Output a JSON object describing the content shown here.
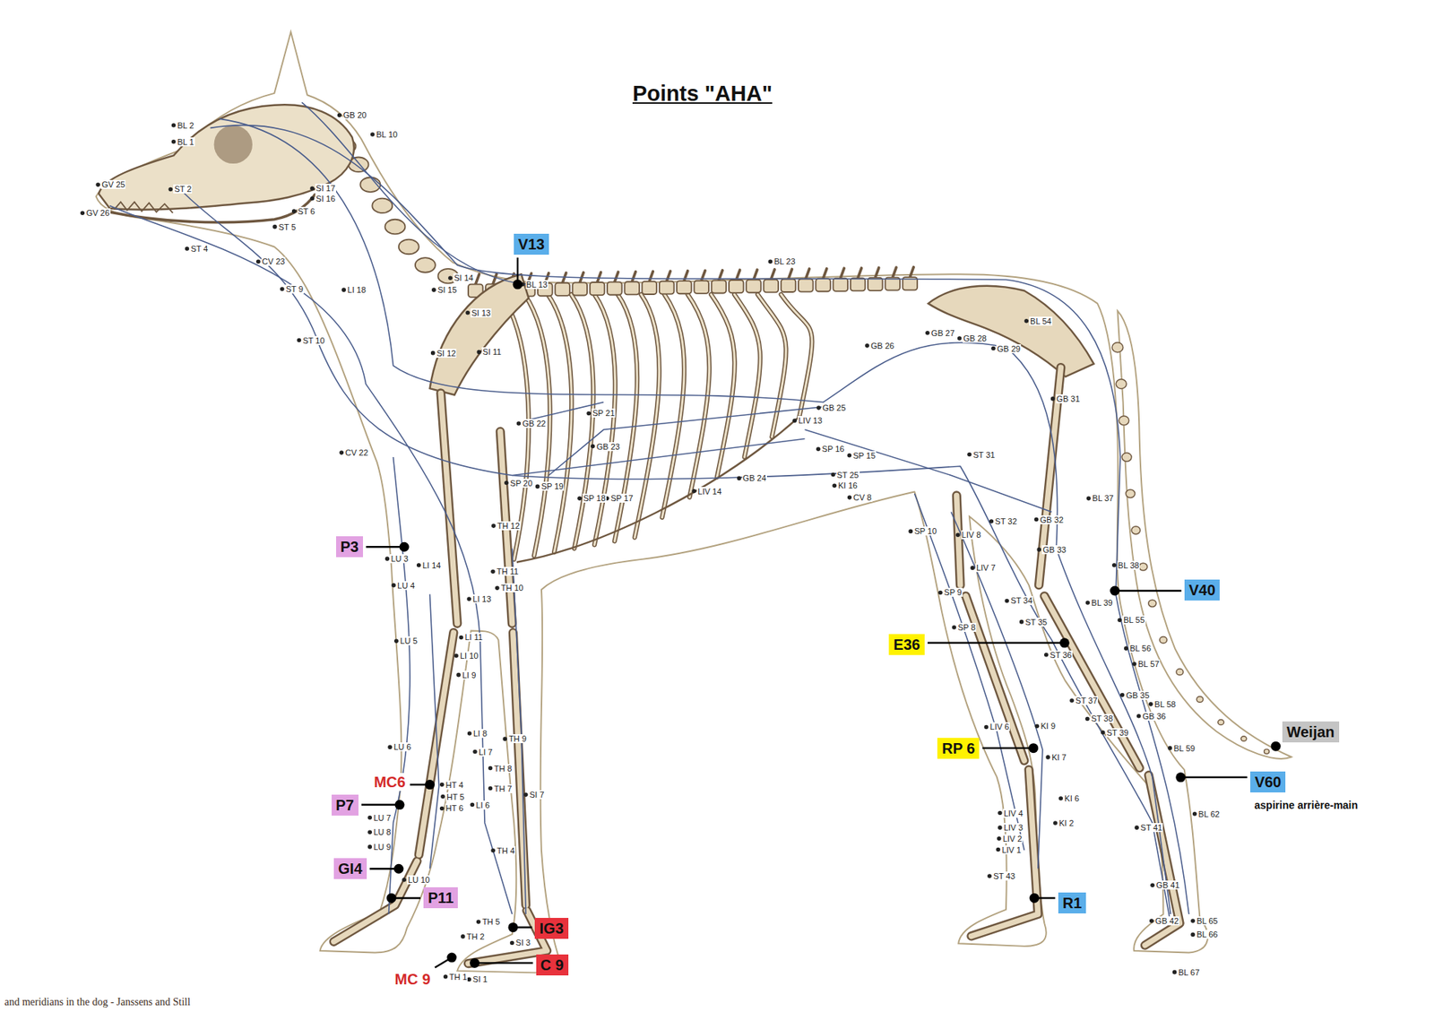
{
  "diagram": {
    "title": "Points \"AHA\"",
    "caption": "and meridians in the dog - Janssens and Still",
    "nodes": [
      {
        "text": [
          "V13"
        ]
      },
      {
        "text": [
          "P3"
        ]
      },
      {
        "text": [
          "P7"
        ]
      },
      {
        "text": [
          "GI4"
        ]
      },
      {
        "text": [
          "P11"
        ]
      },
      {
        "text": [
          "IG3"
        ]
      },
      {
        "text": [
          "C 9"
        ]
      },
      {
        "text": [
          "E36"
        ]
      },
      {
        "text": [
          "RP 6"
        ]
      },
      {
        "text": [
          "R1"
        ]
      },
      {
        "text": [
          "V40"
        ]
      },
      {
        "text": [
          "Weijan"
        ]
      },
      {
        "text": [
          "V60"
        ]
      }
    ],
    "labels": [
      "MC6",
      "MC 9",
      "aspirine arrière-main",
      "BL 10",
      "GB 20",
      "BL 2",
      "BL 1",
      "GV 25",
      "GV 26",
      "ST 2",
      "ST 4",
      "ST 5",
      "ST 6",
      "SI 17",
      "SI 16",
      "CV 23",
      "ST 9",
      "ST 10",
      "LI 18",
      "SI 14",
      "SI 15",
      "SI 13",
      "SI 12",
      "SI 11",
      "BL 13",
      "BL 23",
      "BL 54",
      "GB 26",
      "GB 27",
      "GB 28",
      "GB 29",
      "GB 31",
      "GB 25",
      "LIV 13",
      "SP 21",
      "GB 22",
      "GB 23",
      "SP 16",
      "SP 15",
      "ST 25",
      "KI 16",
      "CV 8",
      "ST 31",
      "SP 20",
      "SP 19",
      "SP 18",
      "SP 17",
      "GB 24",
      "LIV 14",
      "CV 22",
      "LU 3",
      "LU 4",
      "LI 14",
      "TH 12",
      "TH 11",
      "TH 10",
      "LI 13",
      "ST 32",
      "GB 32",
      "GB 33",
      "SP 10",
      "LIV 8",
      "LIV 7",
      "SP 9",
      "SP 8",
      "ST 34",
      "ST 35",
      "ST 36",
      "BL 38",
      "BL 39",
      "BL 55",
      "BL 56",
      "BL 57",
      "BL 37",
      "LU 5",
      "LI 11",
      "LI 10",
      "LI 9",
      "LU 6",
      "LI 8",
      "LI 7",
      "HT 4",
      "HT 5",
      "HT 6",
      "TH 9",
      "SI 7",
      "LU 7",
      "LU 8",
      "LU 9",
      "LU 10",
      "LI 6",
      "ST 37",
      "ST 38",
      "ST 39",
      "GB 35",
      "GB 36",
      "BL 58",
      "BL 59",
      "KI 9",
      "KI 7",
      "LIV 6",
      "KI 6",
      "KI 2",
      "LIV 4",
      "LIV 3",
      "LIV 2",
      "LIV 1",
      "ST 41",
      "BL 62",
      "GB 41",
      "ST 43",
      "GB 42",
      "BL 65",
      "BL 66",
      "BL 67",
      "TH 5",
      "TH 2",
      "TH 1",
      "SI 1",
      "SI 3",
      "TH 4",
      "TH 7",
      "TH 8"
    ]
  }
}
